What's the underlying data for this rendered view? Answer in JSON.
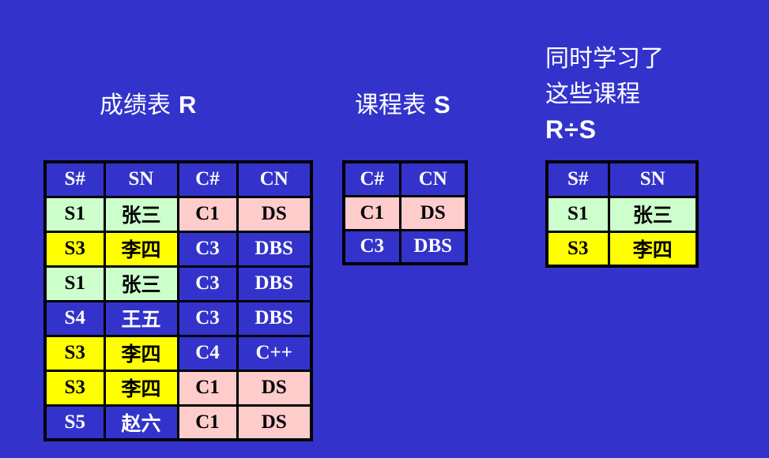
{
  "slide": {
    "background": "#3333cc",
    "palette": {
      "background_blue": "#3333cc",
      "cell_blue": "#3333cc",
      "cell_green": "#ccffcc",
      "cell_yellow": "#ffff00",
      "cell_pink": "#ffcccc",
      "border_black": "#000000",
      "text_white": "#ffffff",
      "text_black": "#000000"
    },
    "titles": {
      "r": {
        "zh": "成绩表",
        "latin": "R"
      },
      "s": {
        "zh": "课程表",
        "latin": "S"
      },
      "result": {
        "line1": "同时学习了",
        "line2": "这些课程",
        "line3": "R÷S"
      }
    },
    "tables": {
      "r": {
        "header_bg": "#3333cc",
        "header_fg": "#ffffff",
        "headers": [
          "S#",
          "SN",
          "C#",
          "CN"
        ],
        "rows": [
          {
            "cells": [
              "S1",
              "张三",
              "C1",
              "DS"
            ],
            "bgs": [
              "#ccffcc",
              "#ccffcc",
              "#ffcccc",
              "#ffcccc"
            ],
            "fgs": [
              "#000000",
              "#000000",
              "#000000",
              "#000000"
            ]
          },
          {
            "cells": [
              "S3",
              "李四",
              "C3",
              "DBS"
            ],
            "bgs": [
              "#ffff00",
              "#ffff00",
              "#3333cc",
              "#3333cc"
            ],
            "fgs": [
              "#000000",
              "#000000",
              "#ffffff",
              "#ffffff"
            ]
          },
          {
            "cells": [
              "S1",
              "张三",
              "C3",
              "DBS"
            ],
            "bgs": [
              "#ccffcc",
              "#ccffcc",
              "#3333cc",
              "#3333cc"
            ],
            "fgs": [
              "#000000",
              "#000000",
              "#ffffff",
              "#ffffff"
            ]
          },
          {
            "cells": [
              "S4",
              "王五",
              "C3",
              "DBS"
            ],
            "bgs": [
              "#3333cc",
              "#3333cc",
              "#3333cc",
              "#3333cc"
            ],
            "fgs": [
              "#ffffff",
              "#ffffff",
              "#ffffff",
              "#ffffff"
            ]
          },
          {
            "cells": [
              "S3",
              "李四",
              "C4",
              "C++"
            ],
            "bgs": [
              "#ffff00",
              "#ffff00",
              "#3333cc",
              "#3333cc"
            ],
            "fgs": [
              "#000000",
              "#000000",
              "#ffffff",
              "#ffffff"
            ]
          },
          {
            "cells": [
              "S3",
              "李四",
              "C1",
              "DS"
            ],
            "bgs": [
              "#ffff00",
              "#ffff00",
              "#ffcccc",
              "#ffcccc"
            ],
            "fgs": [
              "#000000",
              "#000000",
              "#000000",
              "#000000"
            ]
          },
          {
            "cells": [
              "S5",
              "赵六",
              "C1",
              "DS"
            ],
            "bgs": [
              "#3333cc",
              "#3333cc",
              "#ffcccc",
              "#ffcccc"
            ],
            "fgs": [
              "#ffffff",
              "#ffffff",
              "#000000",
              "#000000"
            ]
          }
        ]
      },
      "s": {
        "header_bg": "#3333cc",
        "header_fg": "#ffffff",
        "headers": [
          "C#",
          "CN"
        ],
        "rows": [
          {
            "cells": [
              "C1",
              "DS"
            ],
            "bgs": [
              "#ffcccc",
              "#ffcccc"
            ],
            "fgs": [
              "#000000",
              "#000000"
            ]
          },
          {
            "cells": [
              "C3",
              "DBS"
            ],
            "bgs": [
              "#3333cc",
              "#3333cc"
            ],
            "fgs": [
              "#ffffff",
              "#ffffff"
            ]
          }
        ]
      },
      "result": {
        "header_bg": "#3333cc",
        "header_fg": "#ffffff",
        "headers": [
          "S#",
          "SN"
        ],
        "rows": [
          {
            "cells": [
              "S1",
              "张三"
            ],
            "bgs": [
              "#ccffcc",
              "#ccffcc"
            ],
            "fgs": [
              "#000000",
              "#000000"
            ]
          },
          {
            "cells": [
              "S3",
              "李四"
            ],
            "bgs": [
              "#ffff00",
              "#ffff00"
            ],
            "fgs": [
              "#000000",
              "#000000"
            ]
          }
        ]
      }
    }
  }
}
